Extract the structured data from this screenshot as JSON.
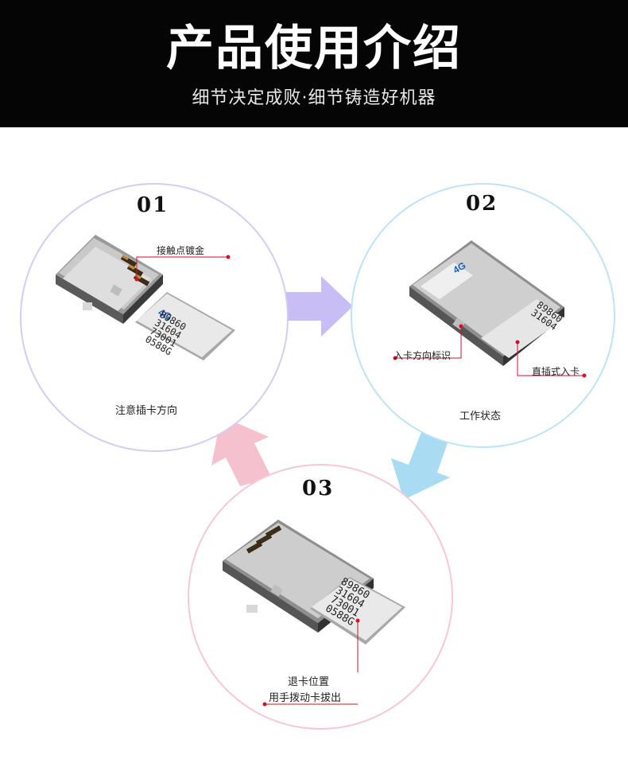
{
  "header": {
    "title": "产品使用介绍",
    "subtitle": "细节决定成败·细节铸造好机器"
  },
  "steps": [
    {
      "number": "01",
      "caption": "注意插卡方向",
      "callout": "接触点镀金"
    },
    {
      "number": "02",
      "caption": "工作状态",
      "callout_left": "入卡方向标识",
      "callout_right": "直插式入卡"
    },
    {
      "number": "03",
      "caption": "退卡位置",
      "callout": "用手拨动卡拔出"
    }
  ],
  "sim_card": {
    "badge": "4G",
    "lines": [
      "89860",
      "31604",
      "73001",
      "0588G"
    ]
  },
  "colors": {
    "header_bg": "#050505",
    "circle1_border": "#d5ccf2",
    "circle2_border": "#bfe3f4",
    "circle3_border": "#f6c8d4",
    "arrow_purple": "#c9bdf6",
    "arrow_blue": "#a9dbf3",
    "arrow_pink": "#f6c1cf",
    "callout_red": "#d3102a"
  }
}
